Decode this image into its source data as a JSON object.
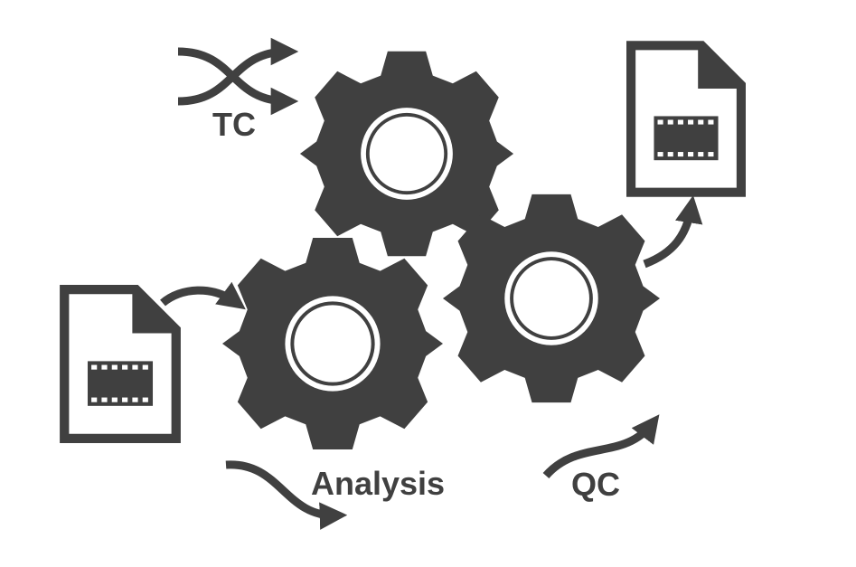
{
  "labels": {
    "tc": "TC",
    "analysis": "Analysis",
    "qc": "QC"
  },
  "colors": {
    "shape": "#404040",
    "background": "#ffffff"
  },
  "icons": {
    "gears": [
      "gear-icon",
      "gear-icon",
      "gear-icon"
    ],
    "files": [
      "video-file-icon",
      "video-file-icon"
    ],
    "transcode": "crossing-arrows-icon",
    "arrows": [
      "curved-arrow-icon",
      "curved-arrow-icon",
      "curved-arrow-icon",
      "curved-arrow-icon"
    ]
  }
}
